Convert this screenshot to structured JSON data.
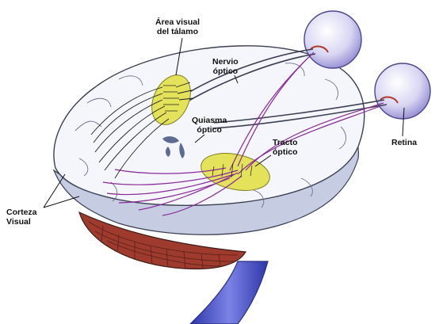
{
  "labels": {
    "thalamus": {
      "line1": "Área visual",
      "line2": "del tálamo"
    },
    "optic_nerve": {
      "line1": "Nervio",
      "line2": "óptico"
    },
    "chiasm": {
      "line1": "Quiasma",
      "line2": "óptico"
    },
    "optic_tract": {
      "line1": "Tracto",
      "line2": "óptico"
    },
    "retina": {
      "line1": "Retina"
    },
    "cortex": {
      "line1": "Corteza",
      "line2": "Visual"
    }
  },
  "colors": {
    "brain_fill": "#f4f6fb",
    "brain_shadow": "#b9c3dc",
    "brain_outline": "#3b3f52",
    "cerebellum": "#9e3b2e",
    "brainstem": "#4d55c8",
    "pathway": "#8a2a9a",
    "nucleus": "#e4e25a",
    "nerve_line": "#222222",
    "eye_fill": "#d9d6f3"
  }
}
